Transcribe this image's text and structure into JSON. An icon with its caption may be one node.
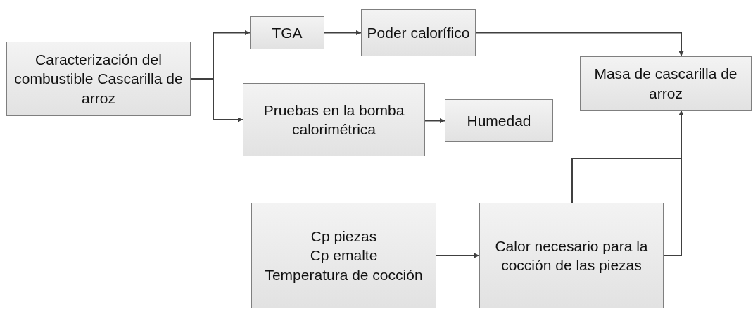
{
  "diagram": {
    "nodes": [
      {
        "text": [
          "Caracterización del combustible Cascarilla de arroz"
        ]
      },
      {
        "text": [
          "TGA"
        ]
      },
      {
        "text": [
          "Poder calorífico"
        ]
      },
      {
        "text": [
          "Pruebas en la bomba calorimétrica"
        ]
      },
      {
        "text": [
          "Humedad"
        ]
      },
      {
        "text": [
          "Masa de cascarilla de arroz"
        ]
      },
      {
        "text": [
          "Cp piezas",
          "Cp emalte",
          "Temperatura de cocción"
        ]
      },
      {
        "text": [
          "Calor necesario para la cocción de las piezas"
        ]
      }
    ],
    "edges": [
      {
        "from": 0,
        "to": 1,
        "arrow": "to"
      },
      {
        "from": 0,
        "to": 3,
        "arrow": "to"
      },
      {
        "from": 1,
        "to": 2,
        "arrow": "to"
      },
      {
        "from": 3,
        "to": 4,
        "arrow": "to"
      },
      {
        "from": 2,
        "to": 5,
        "arrow": "to"
      },
      {
        "from": 6,
        "to": 7,
        "arrow": "to"
      },
      {
        "from": 7,
        "to": 5,
        "arrow": "to"
      },
      {
        "from": 7,
        "to": 5,
        "arrow": "to"
      }
    ]
  }
}
